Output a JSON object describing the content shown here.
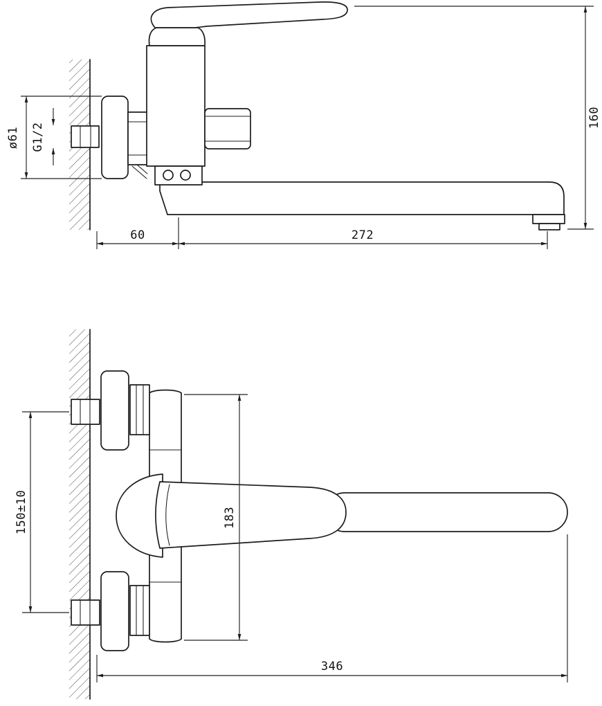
{
  "colors": {
    "background": "#ffffff",
    "line": "#1c1c1c",
    "dimension_text": "#111111"
  },
  "side_view": {
    "dim_escutcheon_diameter": "ø61",
    "dim_thread": "G1/2",
    "dim_height": "160",
    "dim_wall_offset": "60",
    "dim_spout_reach": "272"
  },
  "plan_view": {
    "dim_connection_spacing": "150±10",
    "dim_body_length": "183",
    "dim_total_reach": "346"
  }
}
